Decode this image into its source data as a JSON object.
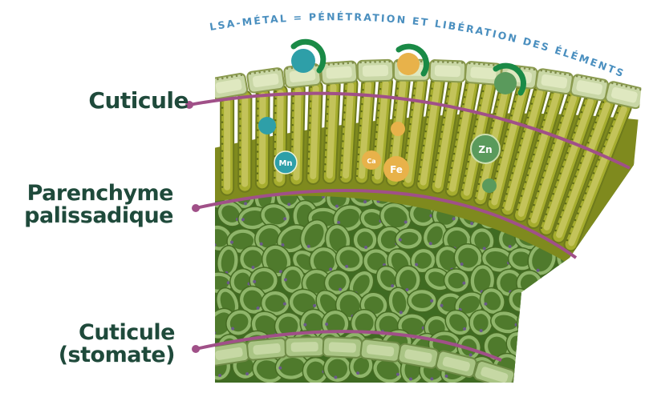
{
  "header": {
    "title": "LSA-MÉTAL = PÉNÉTRATION ET LIBÉRATION DES ÉLÉMENTS"
  },
  "labels": {
    "cuticule": "Cuticule",
    "parenchyme_line1": "Parenchyme",
    "parenchyme_line2": "palissadique",
    "stomate_line1": "Cuticule",
    "stomate_line2": "(stomate)"
  },
  "elements": [
    {
      "symbol": "Mn",
      "color": "#2e9fa8"
    },
    {
      "symbol": "Ca",
      "color": "#e8b24a"
    },
    {
      "symbol": "Fe",
      "color": "#e8b24a"
    },
    {
      "symbol": "Zn",
      "color": "#5a9a5c"
    }
  ],
  "colors": {
    "title": "#4a8fbf",
    "label": "#1f4a3b",
    "pointer_line": "#a05088",
    "arc_green": "#1a8a46",
    "teal": "#2e9fa8",
    "gold": "#e8b24a",
    "green": "#5a9a5c",
    "epidermis": "#c9d7a6",
    "palisade": "#a6ad2e",
    "spongy": "#4f7a2c"
  }
}
